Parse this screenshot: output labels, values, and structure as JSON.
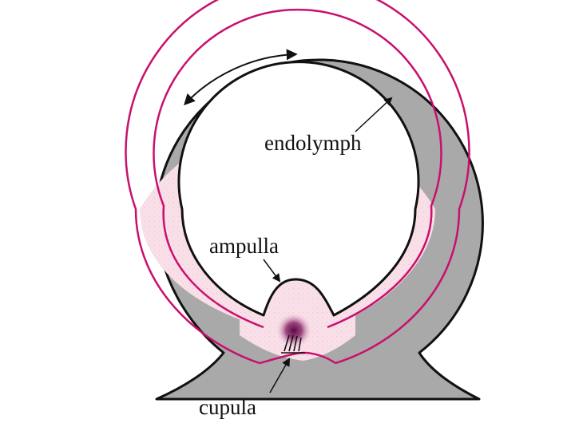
{
  "labels": {
    "endolymph": "endolymph",
    "ampulla": "ampulla",
    "cupula": "cupula"
  },
  "colors": {
    "wall": "#a9a9a9",
    "wall_outline": "#111111",
    "endolymph_fill": "#f9dfe7",
    "membrane": "#c8106c",
    "cupula": "#7a1256"
  }
}
